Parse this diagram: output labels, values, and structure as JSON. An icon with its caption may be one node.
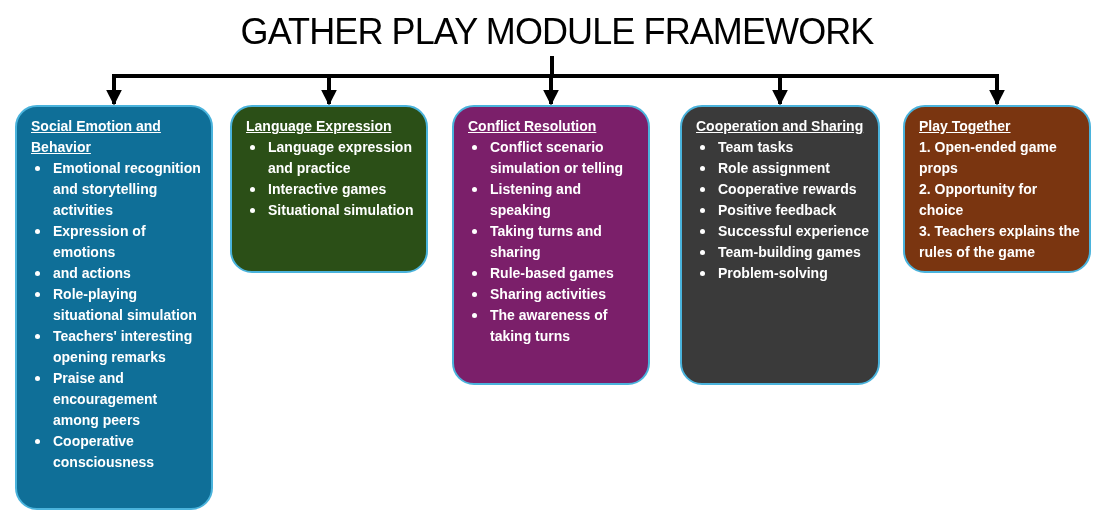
{
  "diagram": {
    "nodes": [
      {
        "text": [
          "GATHER PLAY MODULE FRAMEWORK"
        ]
      },
      {
        "text": [
          "Social Emotion and Behavior",
          "Emotional recognition and storytelling activities",
          "Expression of emotions",
          "and actions",
          "Role-playing situational simulation",
          "Teachers' interesting opening remarks",
          "Praise and encouragement among peers",
          "Cooperative consciousness"
        ]
      },
      {
        "text": [
          "Language Expression",
          "Language expression and practice",
          "Interactive games",
          "Situational simulation"
        ]
      },
      {
        "text": [
          "Conflict Resolution",
          "Conflict scenario simulation or telling",
          "Listening and speaking",
          "Taking turns and sharing",
          "Rule-based games",
          "Sharing activities",
          "The awareness of taking turns"
        ]
      },
      {
        "text": [
          "Cooperation and Sharing",
          "Team tasks",
          "Role assignment",
          "Cooperative rewards",
          "Positive feedback",
          "Successful experience",
          "Team-building games",
          "Problem-solving"
        ]
      },
      {
        "text": [
          "Play Together",
          "1. Open-ended game props",
          "2. Opportunity for choice",
          "3. Teachers explains the rules of the game"
        ]
      }
    ],
    "edges": [
      {
        "from": 0,
        "to": 1,
        "arrow": "to"
      },
      {
        "from": 0,
        "to": 2,
        "arrow": "to"
      },
      {
        "from": 0,
        "to": 3,
        "arrow": "to"
      },
      {
        "from": 0,
        "to": 4,
        "arrow": "to"
      },
      {
        "from": 0,
        "to": 5,
        "arrow": "to"
      }
    ]
  }
}
